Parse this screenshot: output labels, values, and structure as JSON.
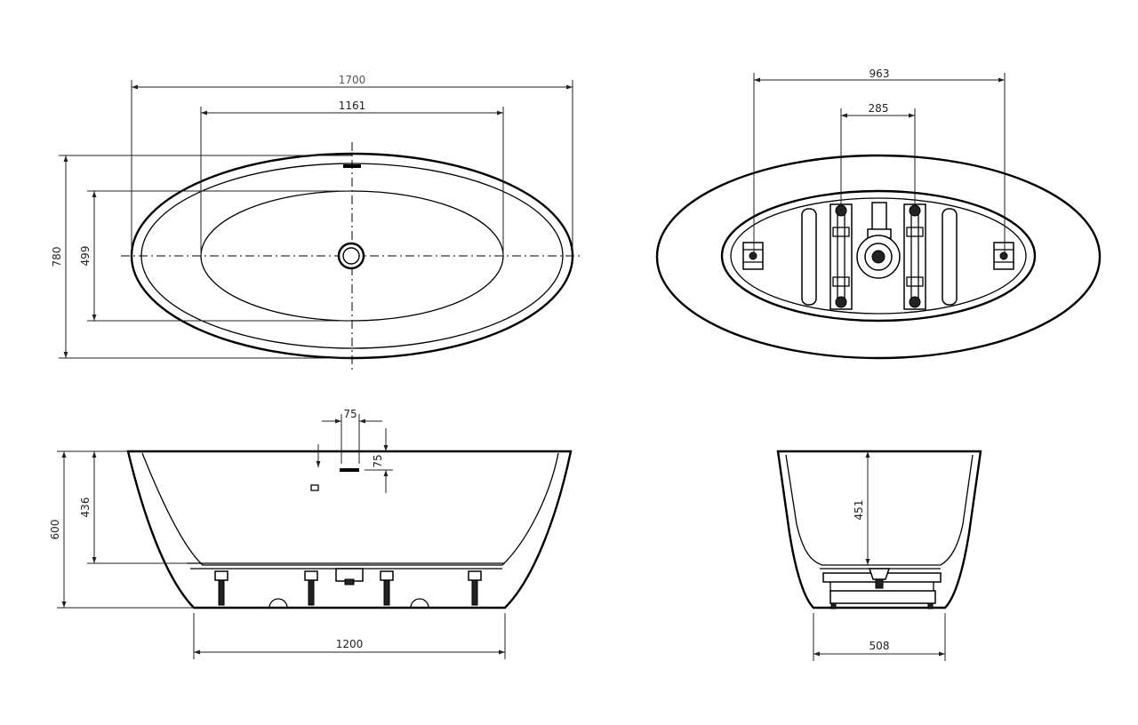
{
  "dimensions": {
    "top_view": {
      "overall_length": "1700",
      "inner_length": "1161",
      "overall_width": "780",
      "inner_width": "499"
    },
    "bottom_view": {
      "overall_width": "963",
      "feet_spacing": "285"
    },
    "side_view": {
      "overflow_width": "75",
      "overflow_height": "75",
      "overall_height": "600",
      "inner_depth": "436",
      "base_length": "1200"
    },
    "end_view": {
      "inner_depth": "451",
      "base_width": "508"
    }
  }
}
